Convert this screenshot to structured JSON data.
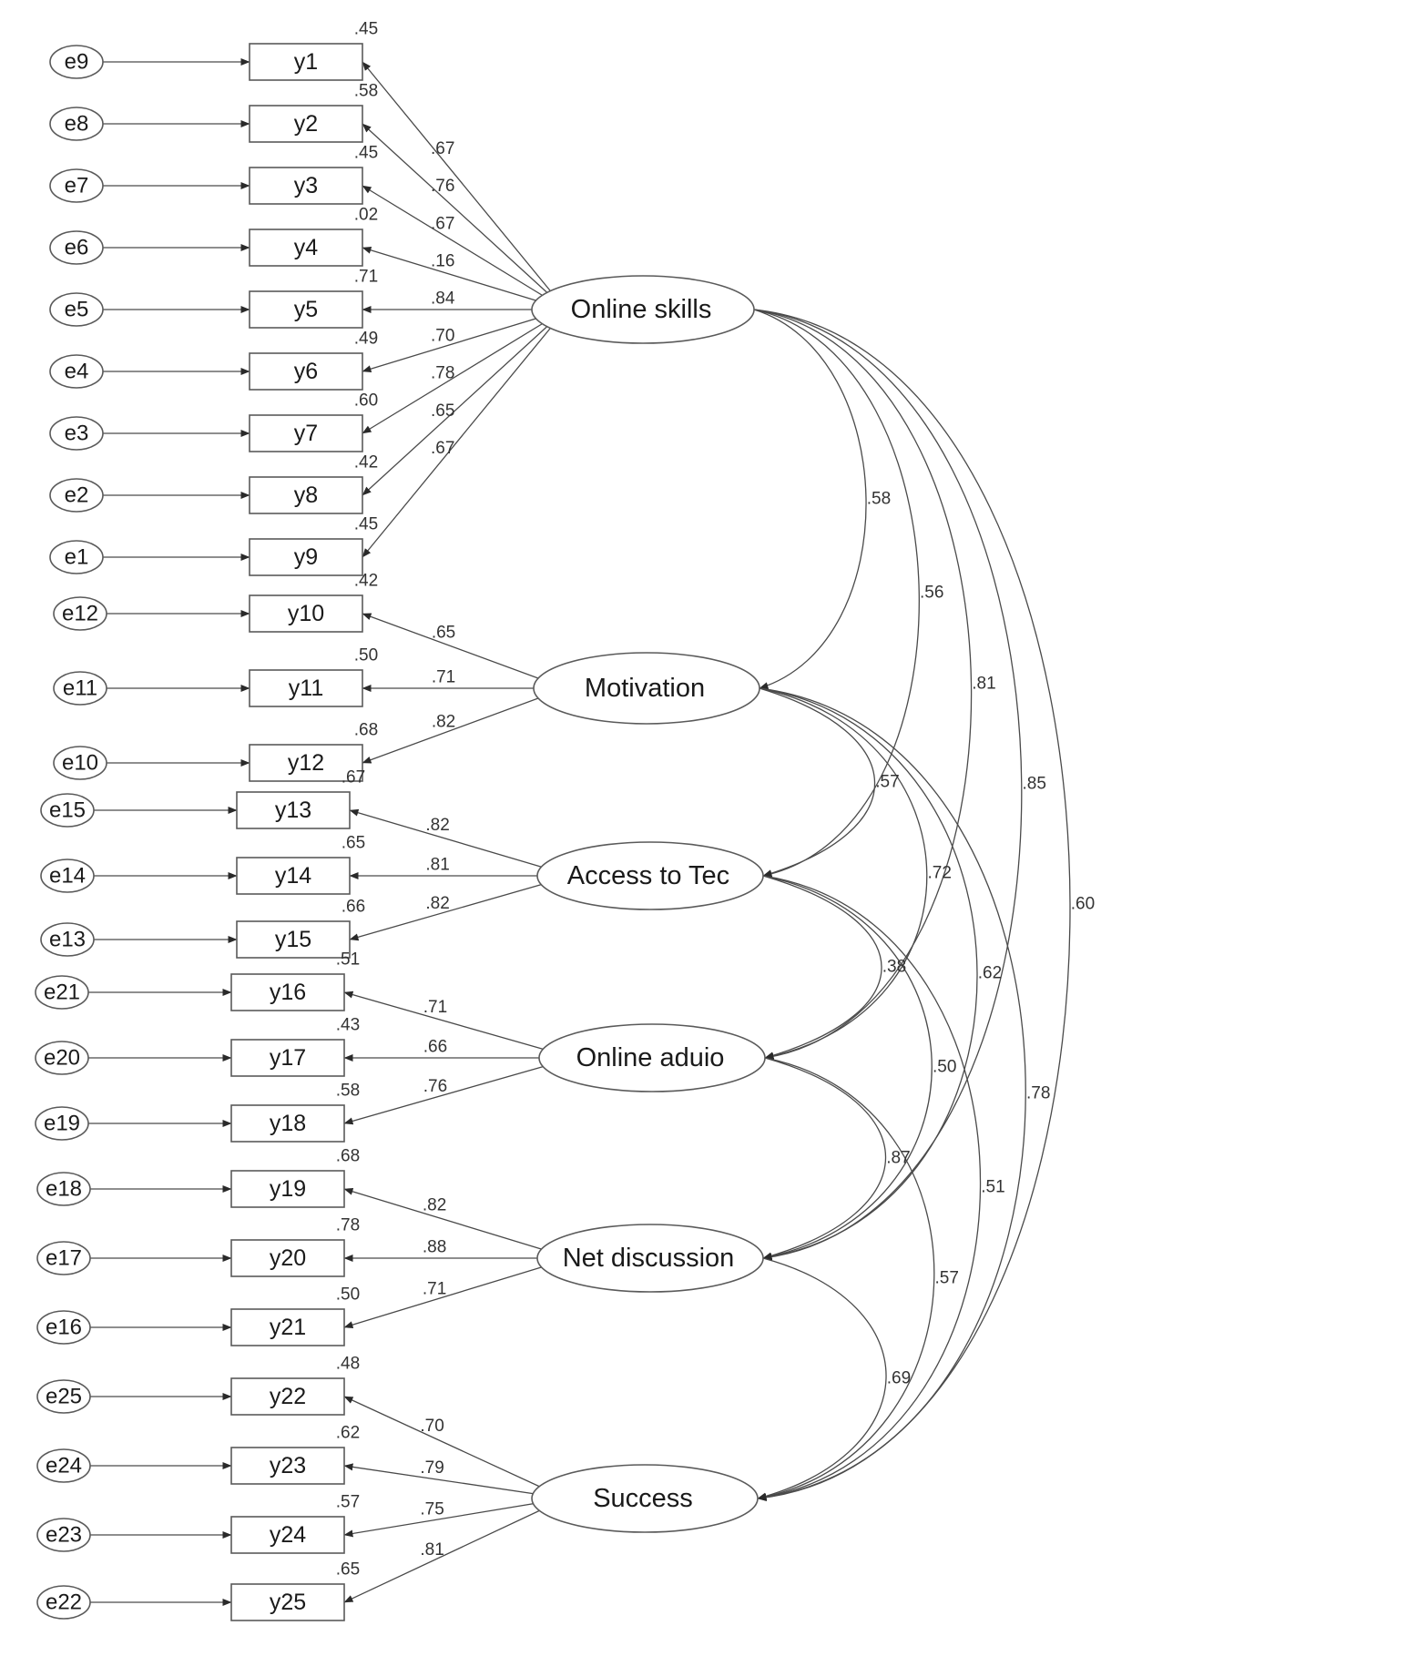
{
  "error_terms": [
    "e9",
    "e8",
    "e7",
    "e6",
    "e5",
    "e4",
    "e3",
    "e2",
    "e1",
    "e12",
    "e11",
    "e10",
    "e15",
    "e14",
    "e13",
    "e21",
    "e20",
    "e19",
    "e18",
    "e17",
    "e16",
    "e25",
    "e24",
    "e23",
    "e22"
  ],
  "indicators": [
    "y1",
    "y2",
    "y3",
    "y4",
    "y5",
    "y6",
    "y7",
    "y8",
    "y9",
    "y10",
    "y11",
    "y12",
    "y13",
    "y14",
    "y15",
    "y16",
    "y17",
    "y18",
    "y19",
    "y20",
    "y21",
    "y22",
    "y23",
    "y24",
    "y25"
  ],
  "r_squared": [
    ".45",
    ".58",
    ".45",
    ".02",
    ".71",
    ".49",
    ".60",
    ".42",
    ".45",
    ".42",
    ".50",
    ".68",
    ".67",
    ".65",
    ".66",
    ".51",
    ".43",
    ".58",
    ".68",
    ".78",
    ".50",
    ".48",
    ".62",
    ".57",
    ".65"
  ],
  "latents": [
    "Online skills",
    "Motivation",
    "Access to Tec",
    "Online aduio",
    "Net discussion",
    "Success"
  ],
  "loadings": [
    [
      ".67",
      ".76",
      ".67",
      ".16",
      ".84",
      ".70",
      ".78",
      ".65",
      ".67"
    ],
    [
      ".65",
      ".71",
      ".82"
    ],
    [
      ".82",
      ".81",
      ".82"
    ],
    [
      ".71",
      ".66",
      ".76"
    ],
    [
      ".82",
      ".88",
      ".71"
    ],
    [
      ".70",
      ".79",
      ".75",
      ".81"
    ]
  ],
  "correlations": [
    {
      "from": "Online skills",
      "to": "Motivation",
      "value": ".58"
    },
    {
      "from": "Online skills",
      "to": "Access to Tec",
      "value": ".56"
    },
    {
      "from": "Online skills",
      "to": "Online aduio",
      "value": ".81"
    },
    {
      "from": "Online skills",
      "to": "Net discussion",
      "value": ".85"
    },
    {
      "from": "Online skills",
      "to": "Success",
      "value": ".60"
    },
    {
      "from": "Motivation",
      "to": "Access to Tec",
      "value": ".57"
    },
    {
      "from": "Motivation",
      "to": "Online aduio",
      "value": ".72"
    },
    {
      "from": "Motivation",
      "to": "Net discussion",
      "value": ".62"
    },
    {
      "from": "Motivation",
      "to": "Success",
      "value": ".78"
    },
    {
      "from": "Access to Tec",
      "to": "Online aduio",
      "value": ".38"
    },
    {
      "from": "Access to Tec",
      "to": "Net discussion",
      "value": ".50"
    },
    {
      "from": "Access to Tec",
      "to": "Success",
      "value": ".51"
    },
    {
      "from": "Online aduio",
      "to": "Net discussion",
      "value": ".87"
    },
    {
      "from": "Online aduio",
      "to": "Success",
      "value": ".57"
    },
    {
      "from": "Net discussion",
      "to": "Success",
      "value": ".69"
    }
  ],
  "colors": {
    "stroke": "#4a4a4a",
    "text": "#1a1a1a",
    "background": "#ffffff"
  }
}
